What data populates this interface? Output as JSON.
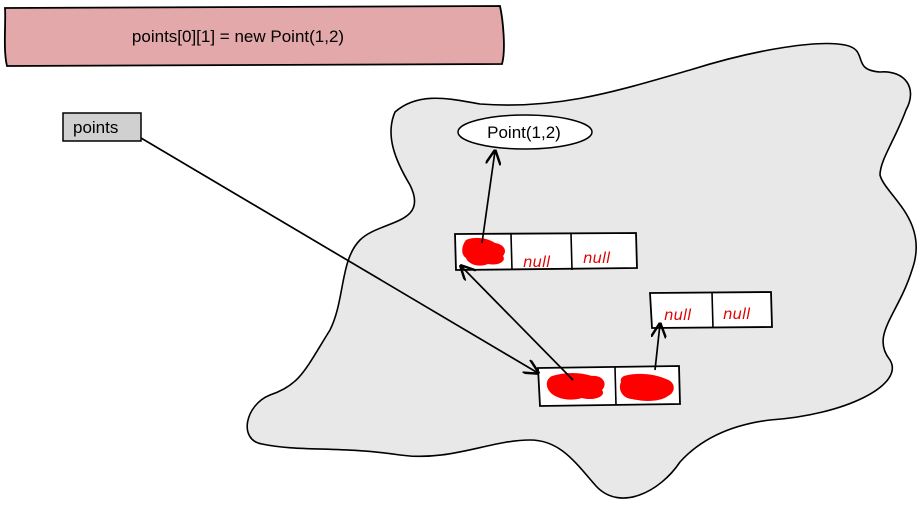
{
  "statement": "points[0][1] = new Point(1,2)",
  "variable": "points",
  "object": "Point(1,2)",
  "null_label": "null",
  "colors": {
    "banner_fill": "#e3a8aa",
    "variable_fill": "#d0d0d0",
    "heap_fill": "#e8e8e8",
    "scribble": "#ff0000",
    "null_text": "#e00000"
  }
}
